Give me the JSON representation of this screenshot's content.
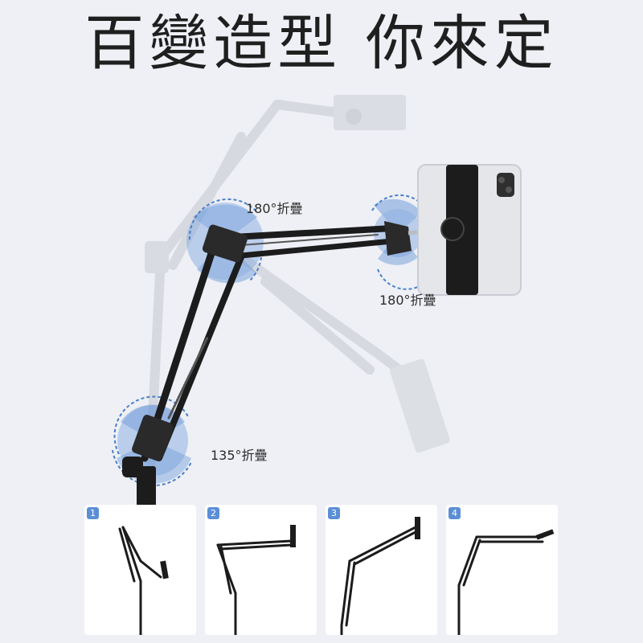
{
  "headline": "百變造型 你來定",
  "angles": {
    "top_left": "180°折疊",
    "right": "180°折疊",
    "bottom": "135°折疊"
  },
  "steps": [
    {
      "number": "1"
    },
    {
      "number": "2"
    },
    {
      "number": "3"
    },
    {
      "number": "4"
    }
  ],
  "colors": {
    "background": "#eef0f5",
    "accent_blue": "#5b8ed6",
    "arm_black": "#1c1c1c",
    "ghost_arm": "#d4d7dd"
  }
}
